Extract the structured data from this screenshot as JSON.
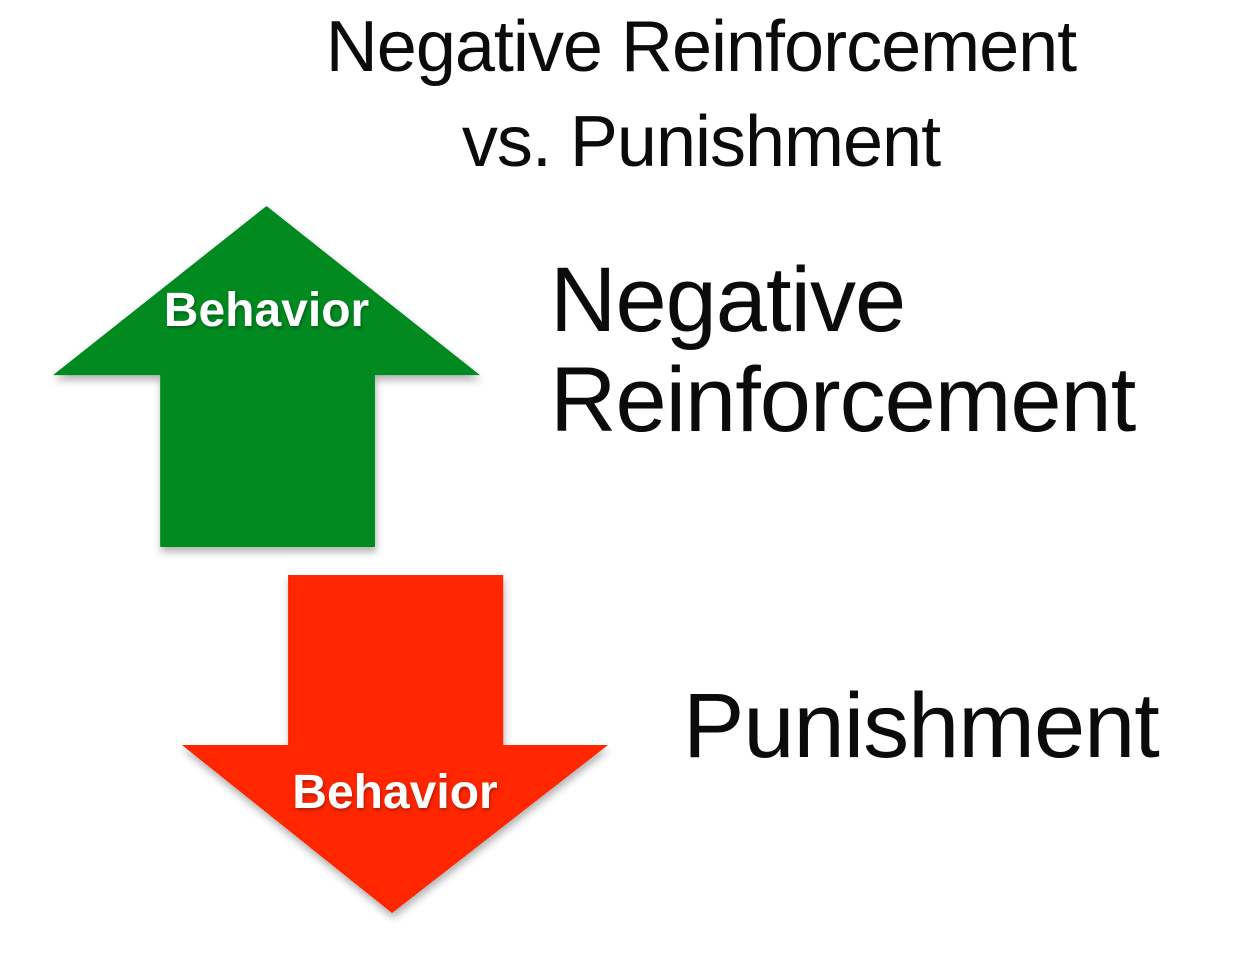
{
  "title": {
    "line1": "Negative Reinforcement",
    "line2": "vs. Punishment"
  },
  "diagram": {
    "negative_reinforcement": {
      "arrow_direction": "up",
      "arrow_color": "#008A20",
      "arrow_label": "Behavior",
      "side_label": "Negative\nReinforcement"
    },
    "punishment": {
      "arrow_direction": "down",
      "arrow_color": "#FF2600",
      "arrow_label": "Behavior",
      "side_label": "Punishment"
    }
  },
  "colors": {
    "background": "#FFFFFF",
    "text": "#0B0B0B",
    "arrow_text": "#FFFFFF"
  }
}
